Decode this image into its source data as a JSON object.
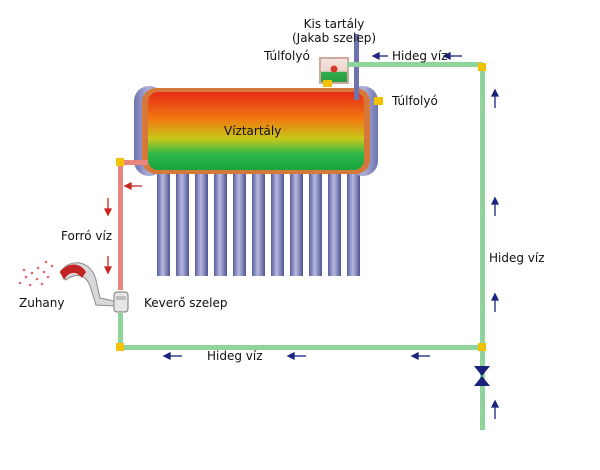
{
  "labels": {
    "small_tank_line1": "Kis tartály",
    "small_tank_line2": "(Jakab szelep)",
    "overflow_left": "Túlfolyó",
    "overflow_right": "Túlfolyó",
    "cold_water_top": "Hideg víz",
    "water_tank": "Víztartály",
    "hot_water": "Forró víz",
    "cold_water_right": "Hideg víz",
    "shower": "Zuhany",
    "mixing_valve": "Keverő szelep",
    "cold_water_bottom": "Hideg víz"
  },
  "colors": {
    "hot_pipe": "#e8867c",
    "cold_pipe": "#8fd49a",
    "joint": "#f2c200",
    "arrow_red": "#cc2222",
    "arrow_blue": "#1a237e",
    "tube": "#7b80b8",
    "tank_end": "#8a8ec4"
  },
  "icons": {
    "valve": "valve-icon",
    "shower": "shower-head-icon",
    "mixer": "mixing-valve-icon"
  }
}
